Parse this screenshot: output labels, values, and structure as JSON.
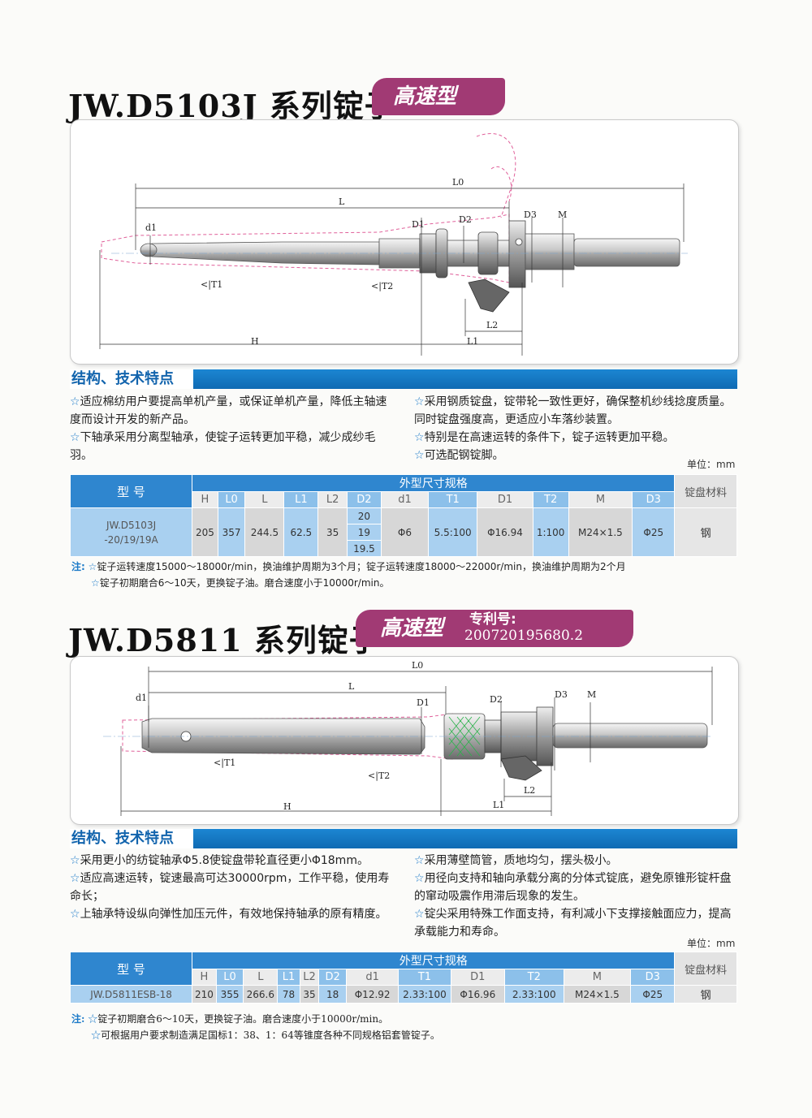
{
  "s1": {
    "title": "JW.D5103J 系列锭子",
    "badge": "高速型",
    "labels": {
      "L0": "L0",
      "L": "L",
      "d1": "d1",
      "D1": "D1",
      "D2": "D2",
      "D3": "D3",
      "M": "M",
      "T1": "T1",
      "T2": "T2",
      "H": "H",
      "L1": "L1",
      "L2": "L2"
    },
    "feature_heading": "结构、技术特点",
    "features_left": [
      "适应棉纺用户要提高单机产量，或保证单机产量，降低主轴速度而设计开发的新产品。",
      "下轴承采用分离型轴承，使锭子运转更加平稳，减少成纱毛羽。"
    ],
    "features_right": [
      "采用钢质锭盘，锭带轮一致性更好，确保整机纱线捻度质量。同时锭盘强度高，更适应小车落纱装置。",
      "特别是在高速运转的条件下，锭子运转更加平稳。",
      "可选配钢锭脚。"
    ],
    "unit": "单位：mm",
    "table": {
      "model_header": "型 号",
      "spec_header": "外型尺寸规格",
      "material_header": "锭盘材料",
      "columns": [
        "H",
        "L0",
        "L",
        "L1",
        "L2",
        "D2",
        "d1",
        "T1",
        "D1",
        "T2",
        "M",
        "D3"
      ],
      "model": [
        "JW.D5103J",
        "-20/19/19A"
      ],
      "D2": [
        "20",
        "19",
        "19.5"
      ],
      "values": {
        "H": "205",
        "L0": "357",
        "L": "244.5",
        "L1": "62.5",
        "L2": "35",
        "d1": "Φ6",
        "T1": "5.5:100",
        "D1": "Φ16.94",
        "T2": "1:100",
        "M": "M24×1.5",
        "D3": "Φ25"
      },
      "material": "钢"
    },
    "notes_label": "注:",
    "notes": [
      "锭子运转速度15000～18000r/min，换油维护周期为3个月；锭子运转速度18000～22000r/min，换油维护周期为2个月",
      "锭子初期磨合6～10天，更换锭子油。磨合速度小于10000r/min。"
    ]
  },
  "s2": {
    "title": "JW.D5811 系列锭子",
    "badge": "高速型",
    "patent_label": "专利号:",
    "patent_no": "200720195680.2",
    "labels": {
      "L0": "L0",
      "L": "L",
      "d1": "d1",
      "D1": "D1",
      "D2": "D2",
      "D3": "D3",
      "M": "M",
      "T1": "T1",
      "T2": "T2",
      "H": "H",
      "L1": "L1",
      "L2": "L2"
    },
    "feature_heading": "结构、技术特点",
    "features_left": [
      "采用更小的纺锭轴承Φ5.8使锭盘带轮直径更小Φ18mm。",
      "适应高速运转，锭速最高可达30000rpm，工作平稳，使用寿命长；",
      "上轴承特设纵向弹性加压元件，有效地保持轴承的原有精度。"
    ],
    "features_right": [
      "采用薄壁筒管，质地均匀，摆头极小。",
      "用径向支持和轴向承载分离的分体式锭底，避免原锥形锭杆盘的窜动吸震作用滞后现象的发生。",
      "锭尖采用特殊工作面支持，有利减小下支撑接触面应力，提高承载能力和寿命。"
    ],
    "unit": "单位：mm",
    "table": {
      "model_header": "型 号",
      "spec_header": "外型尺寸规格",
      "material_header": "锭盘材料",
      "columns": [
        "H",
        "L0",
        "L",
        "L1",
        "L2",
        "D2",
        "d1",
        "T1",
        "D1",
        "T2",
        "M",
        "D3"
      ],
      "model": "JW.D5811ESB-18",
      "values": {
        "H": "210",
        "L0": "355",
        "L": "266.6",
        "L1": "78",
        "L2": "35",
        "D2": "18",
        "d1": "Φ12.92",
        "T1": "2.33:100",
        "D1": "Φ16.96",
        "T2": "2.33:100",
        "M": "M24×1.5",
        "D3": "Φ25"
      },
      "material": "钢"
    },
    "notes_label": "注:",
    "notes": [
      "锭子初期磨合6～10天，更换锭子油。磨合速度小于10000r/min。",
      "可根据用户要求制造满足国标1：38、1：64等锥度各种不同规格铝套管锭子。"
    ]
  },
  "colors": {
    "accent_blue": "#1c86d2",
    "badge": "#a13a74",
    "pink_dashed": "#e0609a",
    "light_blue_col": "#8cc0ea"
  }
}
